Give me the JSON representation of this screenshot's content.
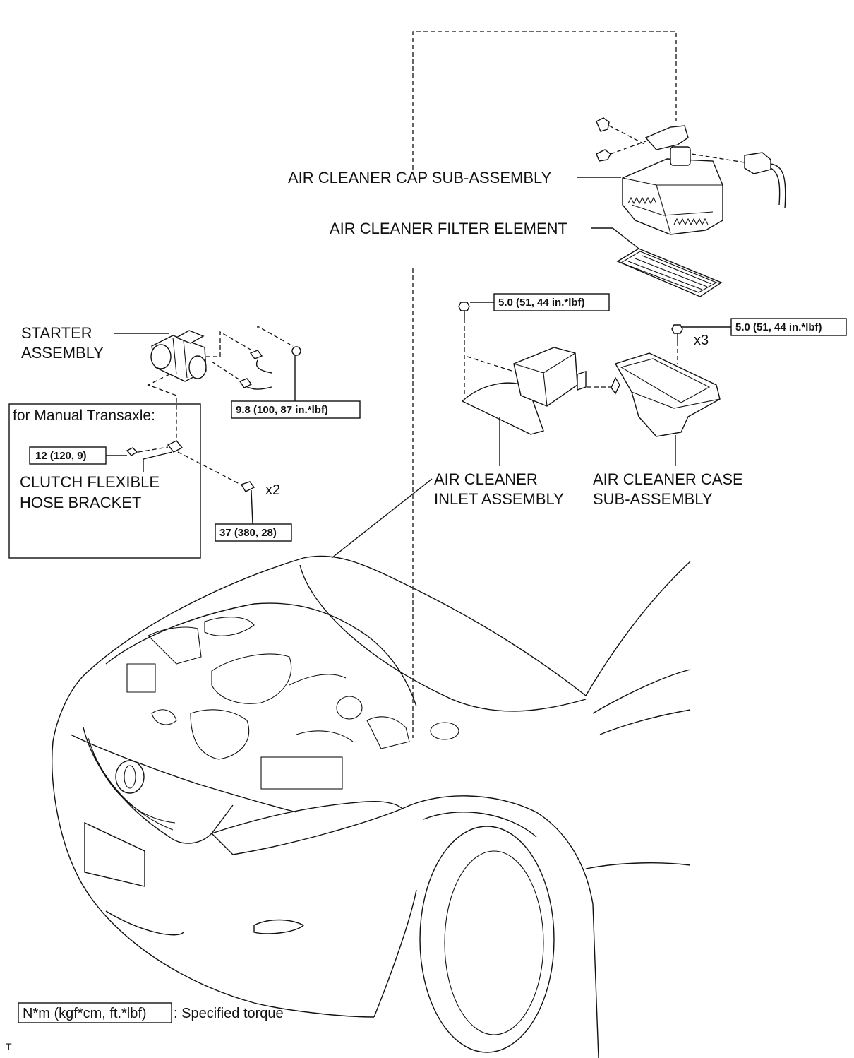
{
  "labels": {
    "air_cleaner_cap": "AIR CLEANER CAP SUB-ASSEMBLY",
    "air_cleaner_filter": "AIR CLEANER FILTER ELEMENT",
    "starter_line1": "STARTER",
    "starter_line2": "ASSEMBLY",
    "manual_transaxle": "for Manual Transaxle:",
    "clutch_line1": "CLUTCH FLEXIBLE",
    "clutch_line2": "HOSE BRACKET",
    "inlet_line1": "AIR CLEANER",
    "inlet_line2": "INLET ASSEMBLY",
    "case_line1": "AIR CLEANER CASE",
    "case_line2": "SUB-ASSEMBLY",
    "qty_x2": "x2",
    "qty_x3": "x3"
  },
  "torques": {
    "inlet_bolt": "5.0 (51, 44 in.*lbf)",
    "case_bolt": "5.0 (51, 44 in.*lbf)",
    "starter_terminal": "9.8 (100, 87 in.*lbf)",
    "clutch_bracket": "12 (120, 9)",
    "starter_bolts": "37 (380, 28)"
  },
  "legend": {
    "unit": "N*m (kgf*cm, ft.*lbf)",
    "text": ": Specified torque"
  },
  "corner_mark": "T"
}
